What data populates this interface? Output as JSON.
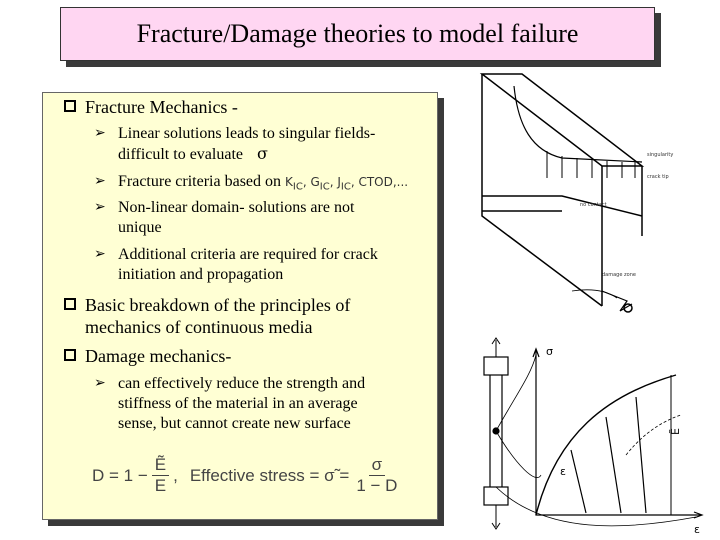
{
  "title": "Fracture/Damage theories to model failure",
  "bullets": {
    "b1": "Fracture Mechanics -",
    "b1_subs": {
      "s1_line1": "Linear solutions leads to singular fields-",
      "s1_line2": "difficult to evaluate",
      "s1_symbol": "σ",
      "s2_text": "Fracture criteria based on",
      "s2_math": "K",
      "s2_math_sub": "IC",
      "s2_math_rest": ", G",
      "s2_math_sub2": "IC",
      "s2_math_rest2": ", J",
      "s2_math_sub3": "IC",
      "s2_math_rest3": ", CTOD,...",
      "s3_line1": "Non-linear domain- solutions are not",
      "s3_line2": "unique",
      "s4_line1": "Additional criteria are required for crack",
      "s4_line2": "initiation and propagation"
    },
    "b2_line1": "Basic breakdown of the principles of",
    "b2_line2": "mechanics of continuous media",
    "b3": "Damage mechanics-",
    "b3_subs": {
      "s1_line1": "can effectively reduce the strength and",
      "s1_line2": "stiffness of the material in an average",
      "s1_line3": "sense, but cannot create new surface"
    }
  },
  "formula": {
    "lhs": "D = 1 −",
    "frac1_num": "Ẽ",
    "frac1_den": "E",
    "comma": ",",
    "label": "Effective stress = σ̃ =",
    "frac2_num": "σ",
    "frac2_den": "1 − D"
  },
  "diagram": {
    "label_sigma": "σ",
    "label_epsilon_axis": "ε",
    "label_epsilon_mid": "ε",
    "label_e_tilde": "Ẽ"
  }
}
